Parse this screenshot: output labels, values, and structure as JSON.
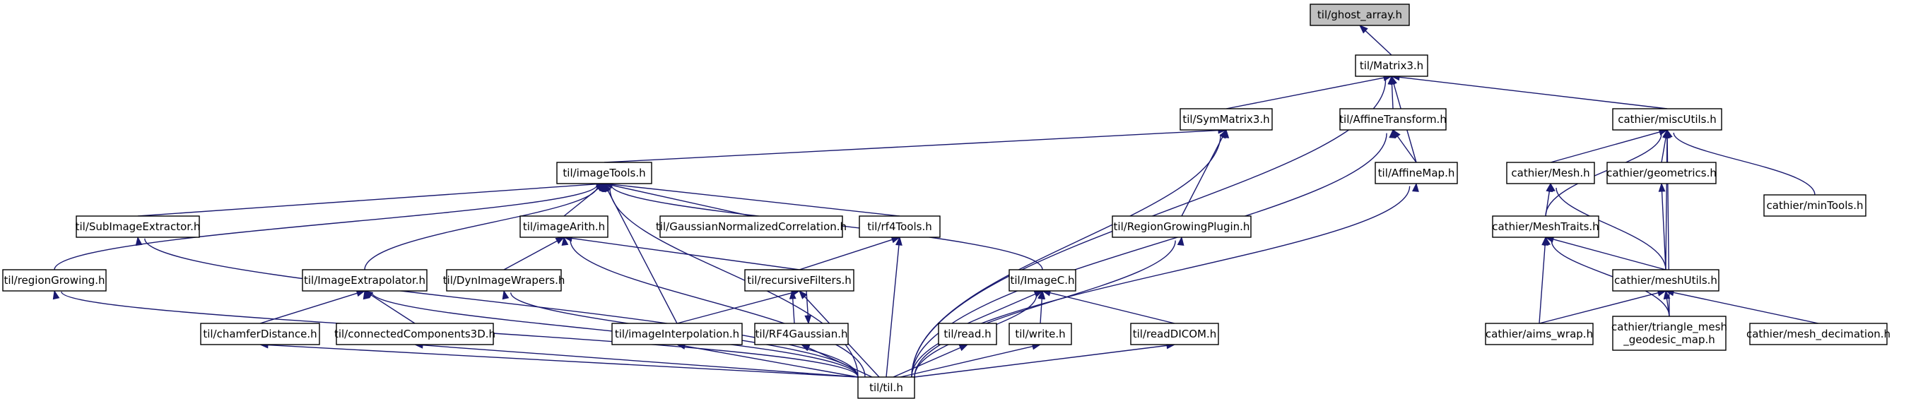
{
  "diagram": {
    "title": "",
    "colors": {
      "edge": "#191970",
      "root_fill": "#bfbfbf",
      "node_fill": "#ffffff",
      "border": "#000000"
    },
    "nodes": [
      {
        "id": "ghost_array",
        "lines": [
          "til/ghost_array.h"
        ],
        "root": true
      },
      {
        "id": "matrix3",
        "lines": [
          "til/Matrix3.h"
        ]
      },
      {
        "id": "symmatrix3",
        "lines": [
          "til/SymMatrix3.h"
        ]
      },
      {
        "id": "affinetransform",
        "lines": [
          "til/AffineTransform.h"
        ]
      },
      {
        "id": "miscutils",
        "lines": [
          "cathier/miscUtils.h"
        ]
      },
      {
        "id": "imagetools",
        "lines": [
          "til/imageTools.h"
        ]
      },
      {
        "id": "affinemap",
        "lines": [
          "til/AffineMap.h"
        ]
      },
      {
        "id": "mesh",
        "lines": [
          "cathier/Mesh.h"
        ]
      },
      {
        "id": "geometrics",
        "lines": [
          "cathier/geometrics.h"
        ]
      },
      {
        "id": "mintools",
        "lines": [
          "cathier/minTools.h"
        ]
      },
      {
        "id": "subimageextractor",
        "lines": [
          "til/SubImageExtractor.h"
        ]
      },
      {
        "id": "imagearith",
        "lines": [
          "til/imageArith.h"
        ]
      },
      {
        "id": "gaussiannormcorr",
        "lines": [
          "til/GaussianNormalizedCorrelation.h"
        ]
      },
      {
        "id": "rf4tools",
        "lines": [
          "til/rf4Tools.h"
        ]
      },
      {
        "id": "regiongrowingplugin",
        "lines": [
          "til/RegionGrowingPlugin.h"
        ]
      },
      {
        "id": "meshtraits",
        "lines": [
          "cathier/MeshTraits.h"
        ]
      },
      {
        "id": "regiongrowing",
        "lines": [
          "til/regionGrowing.h"
        ]
      },
      {
        "id": "imageextrapolator",
        "lines": [
          "til/ImageExtrapolator.h"
        ]
      },
      {
        "id": "dynimagewrapers",
        "lines": [
          "til/DynImageWrapers.h"
        ]
      },
      {
        "id": "recursivefilters",
        "lines": [
          "til/recursiveFilters.h"
        ]
      },
      {
        "id": "imagec",
        "lines": [
          "til/ImageC.h"
        ]
      },
      {
        "id": "meshutils",
        "lines": [
          "cathier/meshUtils.h"
        ]
      },
      {
        "id": "chamferdistance",
        "lines": [
          "til/chamferDistance.h"
        ]
      },
      {
        "id": "connectedcomponents3d",
        "lines": [
          "til/connectedComponents3D.h"
        ]
      },
      {
        "id": "imageinterpolation",
        "lines": [
          "til/imageInterpolation.h"
        ]
      },
      {
        "id": "rf4gaussian",
        "lines": [
          "til/RF4Gaussian.h"
        ]
      },
      {
        "id": "read",
        "lines": [
          "til/read.h"
        ]
      },
      {
        "id": "write",
        "lines": [
          "til/write.h"
        ]
      },
      {
        "id": "readdicom",
        "lines": [
          "til/readDICOM.h"
        ]
      },
      {
        "id": "aimswrap",
        "lines": [
          "cathier/aims_wrap.h"
        ]
      },
      {
        "id": "trianglemesh",
        "lines": [
          "cathier/triangle_mesh",
          "_geodesic_map.h"
        ]
      },
      {
        "id": "meshdecimation",
        "lines": [
          "cathier/mesh_decimation.h"
        ]
      },
      {
        "id": "til",
        "lines": [
          "til/til.h"
        ]
      }
    ],
    "edges": [
      [
        "matrix3",
        "ghost_array"
      ],
      [
        "symmatrix3",
        "matrix3"
      ],
      [
        "affinetransform",
        "matrix3"
      ],
      [
        "miscutils",
        "matrix3"
      ],
      [
        "affinemap",
        "matrix3"
      ],
      [
        "til",
        "matrix3"
      ],
      [
        "imagetools",
        "symmatrix3"
      ],
      [
        "regiongrowingplugin",
        "symmatrix3"
      ],
      [
        "til",
        "symmatrix3"
      ],
      [
        "affinemap",
        "affinetransform"
      ],
      [
        "til",
        "affinetransform"
      ],
      [
        "mesh",
        "miscutils"
      ],
      [
        "geometrics",
        "miscutils"
      ],
      [
        "mintools",
        "miscutils"
      ],
      [
        "meshtraits",
        "miscutils"
      ],
      [
        "meshutils",
        "miscutils"
      ],
      [
        "trianglemesh",
        "miscutils"
      ],
      [
        "subimageextractor",
        "imagetools"
      ],
      [
        "imagearith",
        "imagetools"
      ],
      [
        "gaussiannormcorr",
        "imagetools"
      ],
      [
        "rf4tools",
        "imagetools"
      ],
      [
        "regiongrowing",
        "imagetools"
      ],
      [
        "imageextrapolator",
        "imagetools"
      ],
      [
        "imagec",
        "imagetools"
      ],
      [
        "imageinterpolation",
        "imagetools"
      ],
      [
        "til",
        "imagetools"
      ],
      [
        "til",
        "affinemap"
      ],
      [
        "meshtraits",
        "mesh"
      ],
      [
        "meshutils",
        "mesh"
      ],
      [
        "meshutils",
        "geometrics"
      ],
      [
        "til",
        "subimageextractor"
      ],
      [
        "dynimagewrapers",
        "imagearith"
      ],
      [
        "recursivefilters",
        "imagearith"
      ],
      [
        "til",
        "imagearith"
      ],
      [
        "recursivefilters",
        "rf4tools"
      ],
      [
        "til",
        "rf4tools"
      ],
      [
        "til",
        "regiongrowingplugin"
      ],
      [
        "meshutils",
        "meshtraits"
      ],
      [
        "aimswrap",
        "meshtraits"
      ],
      [
        "trianglemesh",
        "meshtraits"
      ],
      [
        "til",
        "regiongrowing"
      ],
      [
        "chamferdistance",
        "imageextrapolator"
      ],
      [
        "connectedcomponents3d",
        "imageextrapolator"
      ],
      [
        "til",
        "imageextrapolator"
      ],
      [
        "til",
        "dynimagewrapers"
      ],
      [
        "imageinterpolation",
        "recursivefilters"
      ],
      [
        "rf4gaussian",
        "recursivefilters"
      ],
      [
        "recursivefilters",
        "rf4gaussian"
      ],
      [
        "til",
        "recursivefilters"
      ],
      [
        "read",
        "imagec"
      ],
      [
        "write",
        "imagec"
      ],
      [
        "readdicom",
        "imagec"
      ],
      [
        "til",
        "imagec"
      ],
      [
        "aimswrap",
        "meshutils"
      ],
      [
        "trianglemesh",
        "meshutils"
      ],
      [
        "meshdecimation",
        "meshutils"
      ],
      [
        "til",
        "chamferdistance"
      ],
      [
        "til",
        "connectedcomponents3d"
      ],
      [
        "til",
        "imageinterpolation"
      ],
      [
        "til",
        "rf4gaussian"
      ],
      [
        "til",
        "read"
      ],
      [
        "til",
        "write"
      ],
      [
        "til",
        "readdicom"
      ]
    ]
  }
}
